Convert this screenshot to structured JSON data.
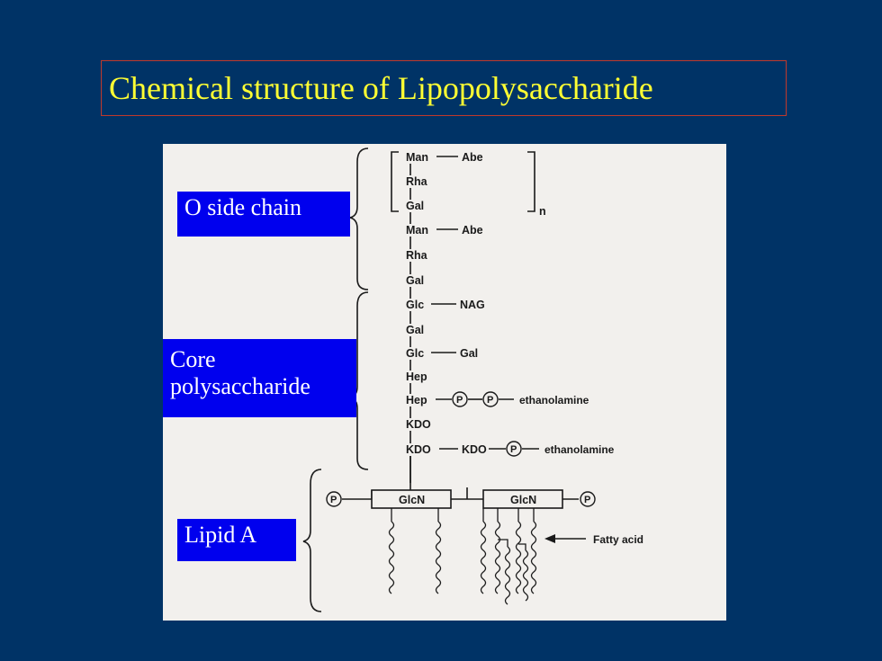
{
  "title": "Chemical structure of Lipopolysaccharide",
  "labels": {
    "o_side_chain": "O side chain",
    "core_line1": "Core",
    "core_line2": "polysaccharide",
    "lipid_a": "Lipid A"
  },
  "structure": {
    "man": "Man",
    "abe": "Abe",
    "rha": "Rha",
    "gal": "Gal",
    "repeat_n": "n",
    "glc": "Glc",
    "nag": "NAG",
    "hep": "Hep",
    "kdo": "KDO",
    "p": "P",
    "ethanolamine": "ethanolamine",
    "glcn": "GlcN",
    "fatty_acid": "Fatty acid",
    "dash": "—"
  },
  "colors": {
    "background": "#003366",
    "title_text": "#ffff33",
    "title_border": "#c0392b",
    "label_bg": "#0000ee",
    "label_text": "#ffffff",
    "figure_bg": "#f2f0ed"
  }
}
